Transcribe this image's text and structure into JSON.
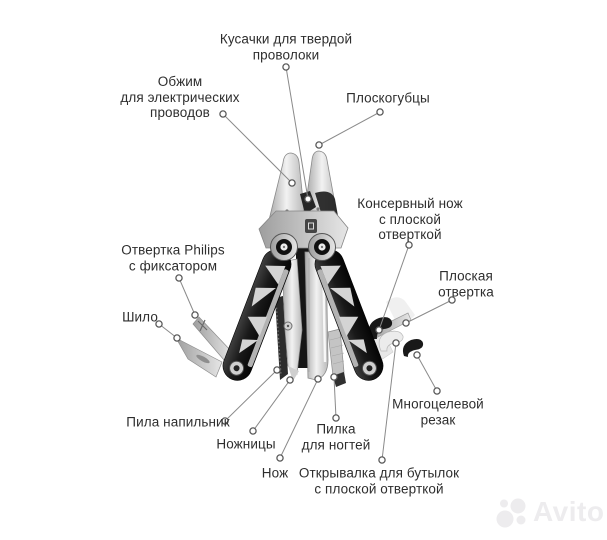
{
  "figure": {
    "type": "annotated-product-diagram",
    "subject": "multitool"
  },
  "labels": [
    {
      "id": "wire-cutters",
      "text": "Кусачки для твердой\nпроволоки"
    },
    {
      "id": "wire-crimper",
      "text": "Обжим\nдля электрических\nпроводов"
    },
    {
      "id": "pliers",
      "text": "Плоскогубцы"
    },
    {
      "id": "can-opener",
      "text": "Консервный нож\nс плоской\nотверткой"
    },
    {
      "id": "phillips-screwdriver",
      "text": "Отвертка Philips\nс фиксатором"
    },
    {
      "id": "flat-screwdriver",
      "text": "Плоская\nотвертка"
    },
    {
      "id": "awl",
      "text": "Шило"
    },
    {
      "id": "saw-file",
      "text": "Пила напильник"
    },
    {
      "id": "multi-cutter",
      "text": "Многоцелевой\nрезак"
    },
    {
      "id": "scissors",
      "text": "Ножницы"
    },
    {
      "id": "nail-file",
      "text": "Пилка\nдля ногтей"
    },
    {
      "id": "knife",
      "text": "Нож"
    },
    {
      "id": "bottle-opener",
      "text": "Открывалка для бутылок\nс плоской отверткой"
    }
  ],
  "watermark": {
    "text": "Avito"
  },
  "colors": {
    "background": "#ffffff",
    "label_text": "#2e2e2e",
    "leader_line": "#8a8a8a",
    "handle_black": "#191919",
    "steel_light": "#f2f2f2",
    "steel_mid": "#bcbcbc",
    "watermark": "#edecee"
  }
}
